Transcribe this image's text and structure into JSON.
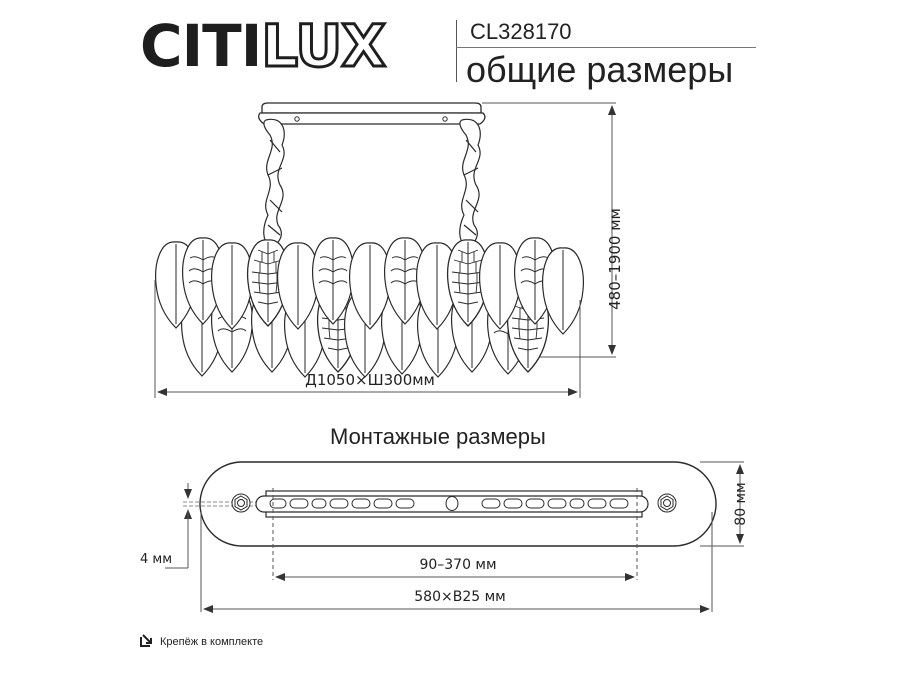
{
  "header": {
    "brand_solid": "CITI",
    "brand_outline": "LUX",
    "model": "CL328170",
    "subtitle": "общие размеры"
  },
  "overall_dimensions": {
    "height_label": "480–1900 мм",
    "width_label": "Д1050×Ш300мм"
  },
  "mounting": {
    "title": "Монтажные размеры",
    "thickness_label": "4 мм",
    "depth_label": "80 мм",
    "slot_range_label": "90–370 мм",
    "plate_label": "580×В25 мм"
  },
  "footer": {
    "icon": "mount-included-icon",
    "note": "Крепёж в комплекте"
  },
  "colors": {
    "line": "#2a2a2a",
    "dim_line": "#555555",
    "text": "#222222"
  }
}
